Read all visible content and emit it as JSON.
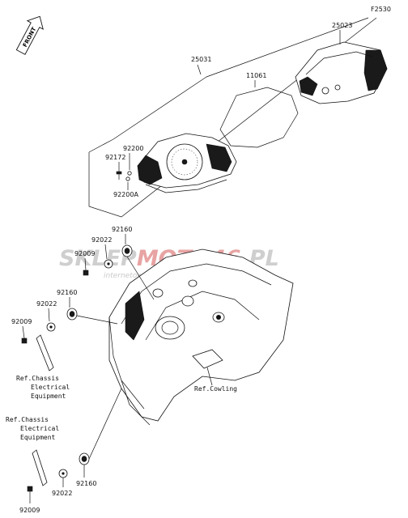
{
  "diagram": {
    "code": "F2530",
    "front_label": "FRONT",
    "watermark": {
      "brand_part1": "SKLEP",
      "brand_part2": "MOTO",
      "brand_number": "46",
      "brand_tld": ".PL",
      "tagline": "internetowy sklep motocyklowy",
      "color_grey": "#cfcfcf",
      "color_red": "#e8a3a3"
    },
    "callouts": {
      "p25023": "25023",
      "p25031": "25031",
      "p11061": "11061",
      "p92200": "92200",
      "p92172": "92172",
      "p92200a": "92200A",
      "p92160_top": "92160",
      "p92022_top": "92022",
      "p92009_top": "92009",
      "p92160_mid": "92160",
      "p92022_mid": "92022",
      "p92009_mid": "92009",
      "p92022_bot": "92022",
      "p92160_bot": "92160",
      "p92009_bot": "92009"
    },
    "references": {
      "chassis_top_1": "Ref.Chassis",
      "chassis_top_2": "Electrical",
      "chassis_top_3": "Equipment",
      "cowling": "Ref.Cowling",
      "chassis_bot_1": "Ref.Chassis",
      "chassis_bot_2": "Electrical",
      "chassis_bot_3": "Equipment"
    }
  }
}
